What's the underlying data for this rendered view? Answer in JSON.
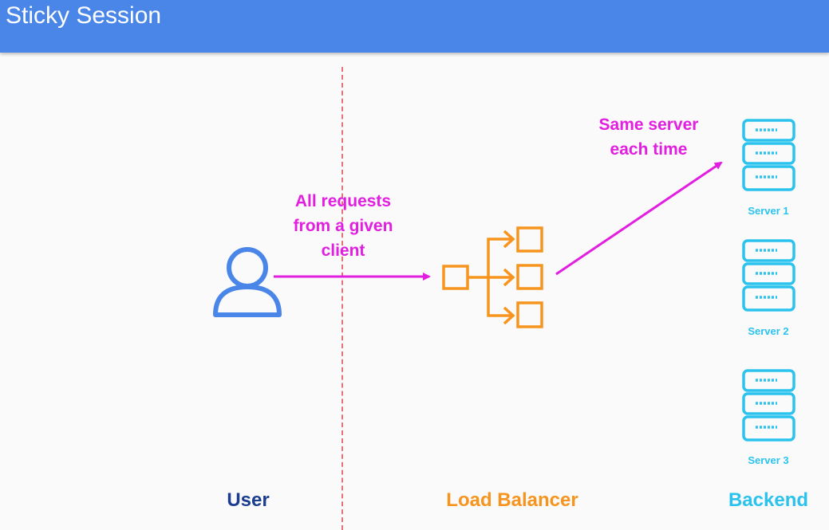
{
  "header": {
    "title": "Sticky Session"
  },
  "notes": {
    "requests": "All requests\nfrom a given\nclient",
    "same_server": "Same server\neach time"
  },
  "columns": {
    "user": "User",
    "load_balancer": "Load Balancer",
    "backend": "Backend"
  },
  "servers": [
    {
      "label": "Server 1"
    },
    {
      "label": "Server 2"
    },
    {
      "label": "Server 3"
    }
  ],
  "colors": {
    "header": "#4a86e8",
    "user": "#4a86e8",
    "user_label": "#1c3d8f",
    "load_balancer": "#f7941d",
    "backend": "#2bc3ee",
    "arrow": "#e21ee0",
    "divider": "#e57373"
  },
  "icons": [
    "user-icon",
    "load-balancer-icon",
    "server-stack-icon"
  ]
}
